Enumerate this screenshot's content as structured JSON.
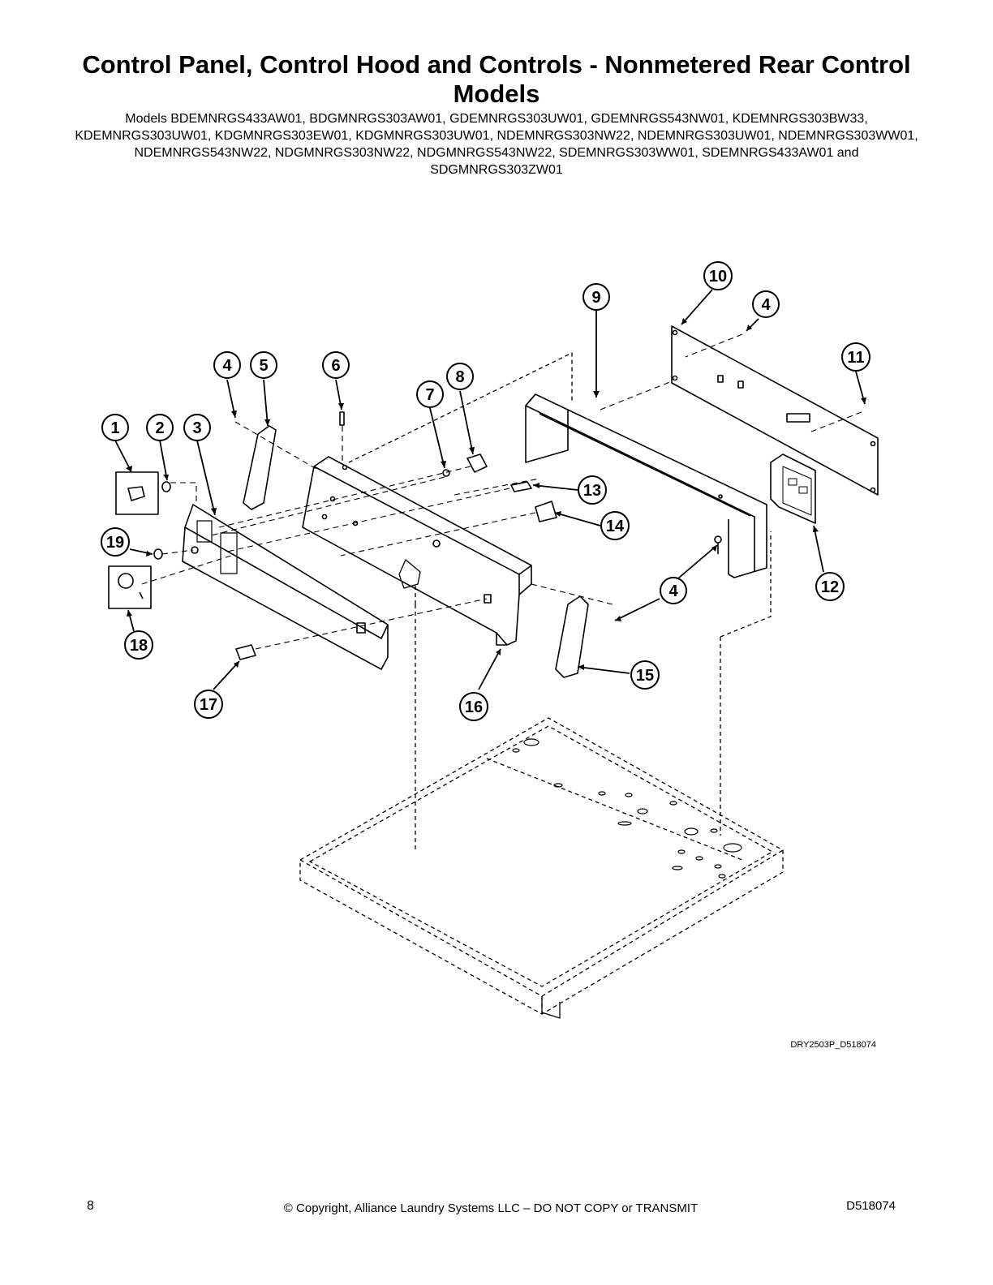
{
  "header": {
    "title": "Control Panel, Control Hood and Controls - Nonmetered Rear Control Models",
    "models": "Models BDEMNRGS433AW01, BDGMNRGS303AW01, GDEMNRGS303UW01, GDEMNRGS543NW01, KDEMNRGS303BW33, KDEMNRGS303UW01, KDGMNRGS303EW01, KDGMNRGS303UW01, NDEMNRGS303NW22, NDEMNRGS303UW01, NDEMNRGS303WW01, NDEMNRGS543NW22, NDGMNRGS303NW22, NDGMNRGS543NW22, SDEMNRGS303WW01, SDEMNRGS433AW01 and SDGMNRGS303ZW01"
  },
  "diagram": {
    "callouts": [
      "1",
      "2",
      "3",
      "4",
      "5",
      "6",
      "7",
      "8",
      "9",
      "10",
      "4",
      "11",
      "12",
      "13",
      "14",
      "4",
      "15",
      "16",
      "17",
      "18",
      "19"
    ],
    "drawing_id": "DRY2503P_D518074"
  },
  "footer": {
    "page_number": "8",
    "copyright": "© Copyright, Alliance Laundry Systems LLC – DO NOT COPY or TRANSMIT",
    "document_number": "D518074"
  }
}
